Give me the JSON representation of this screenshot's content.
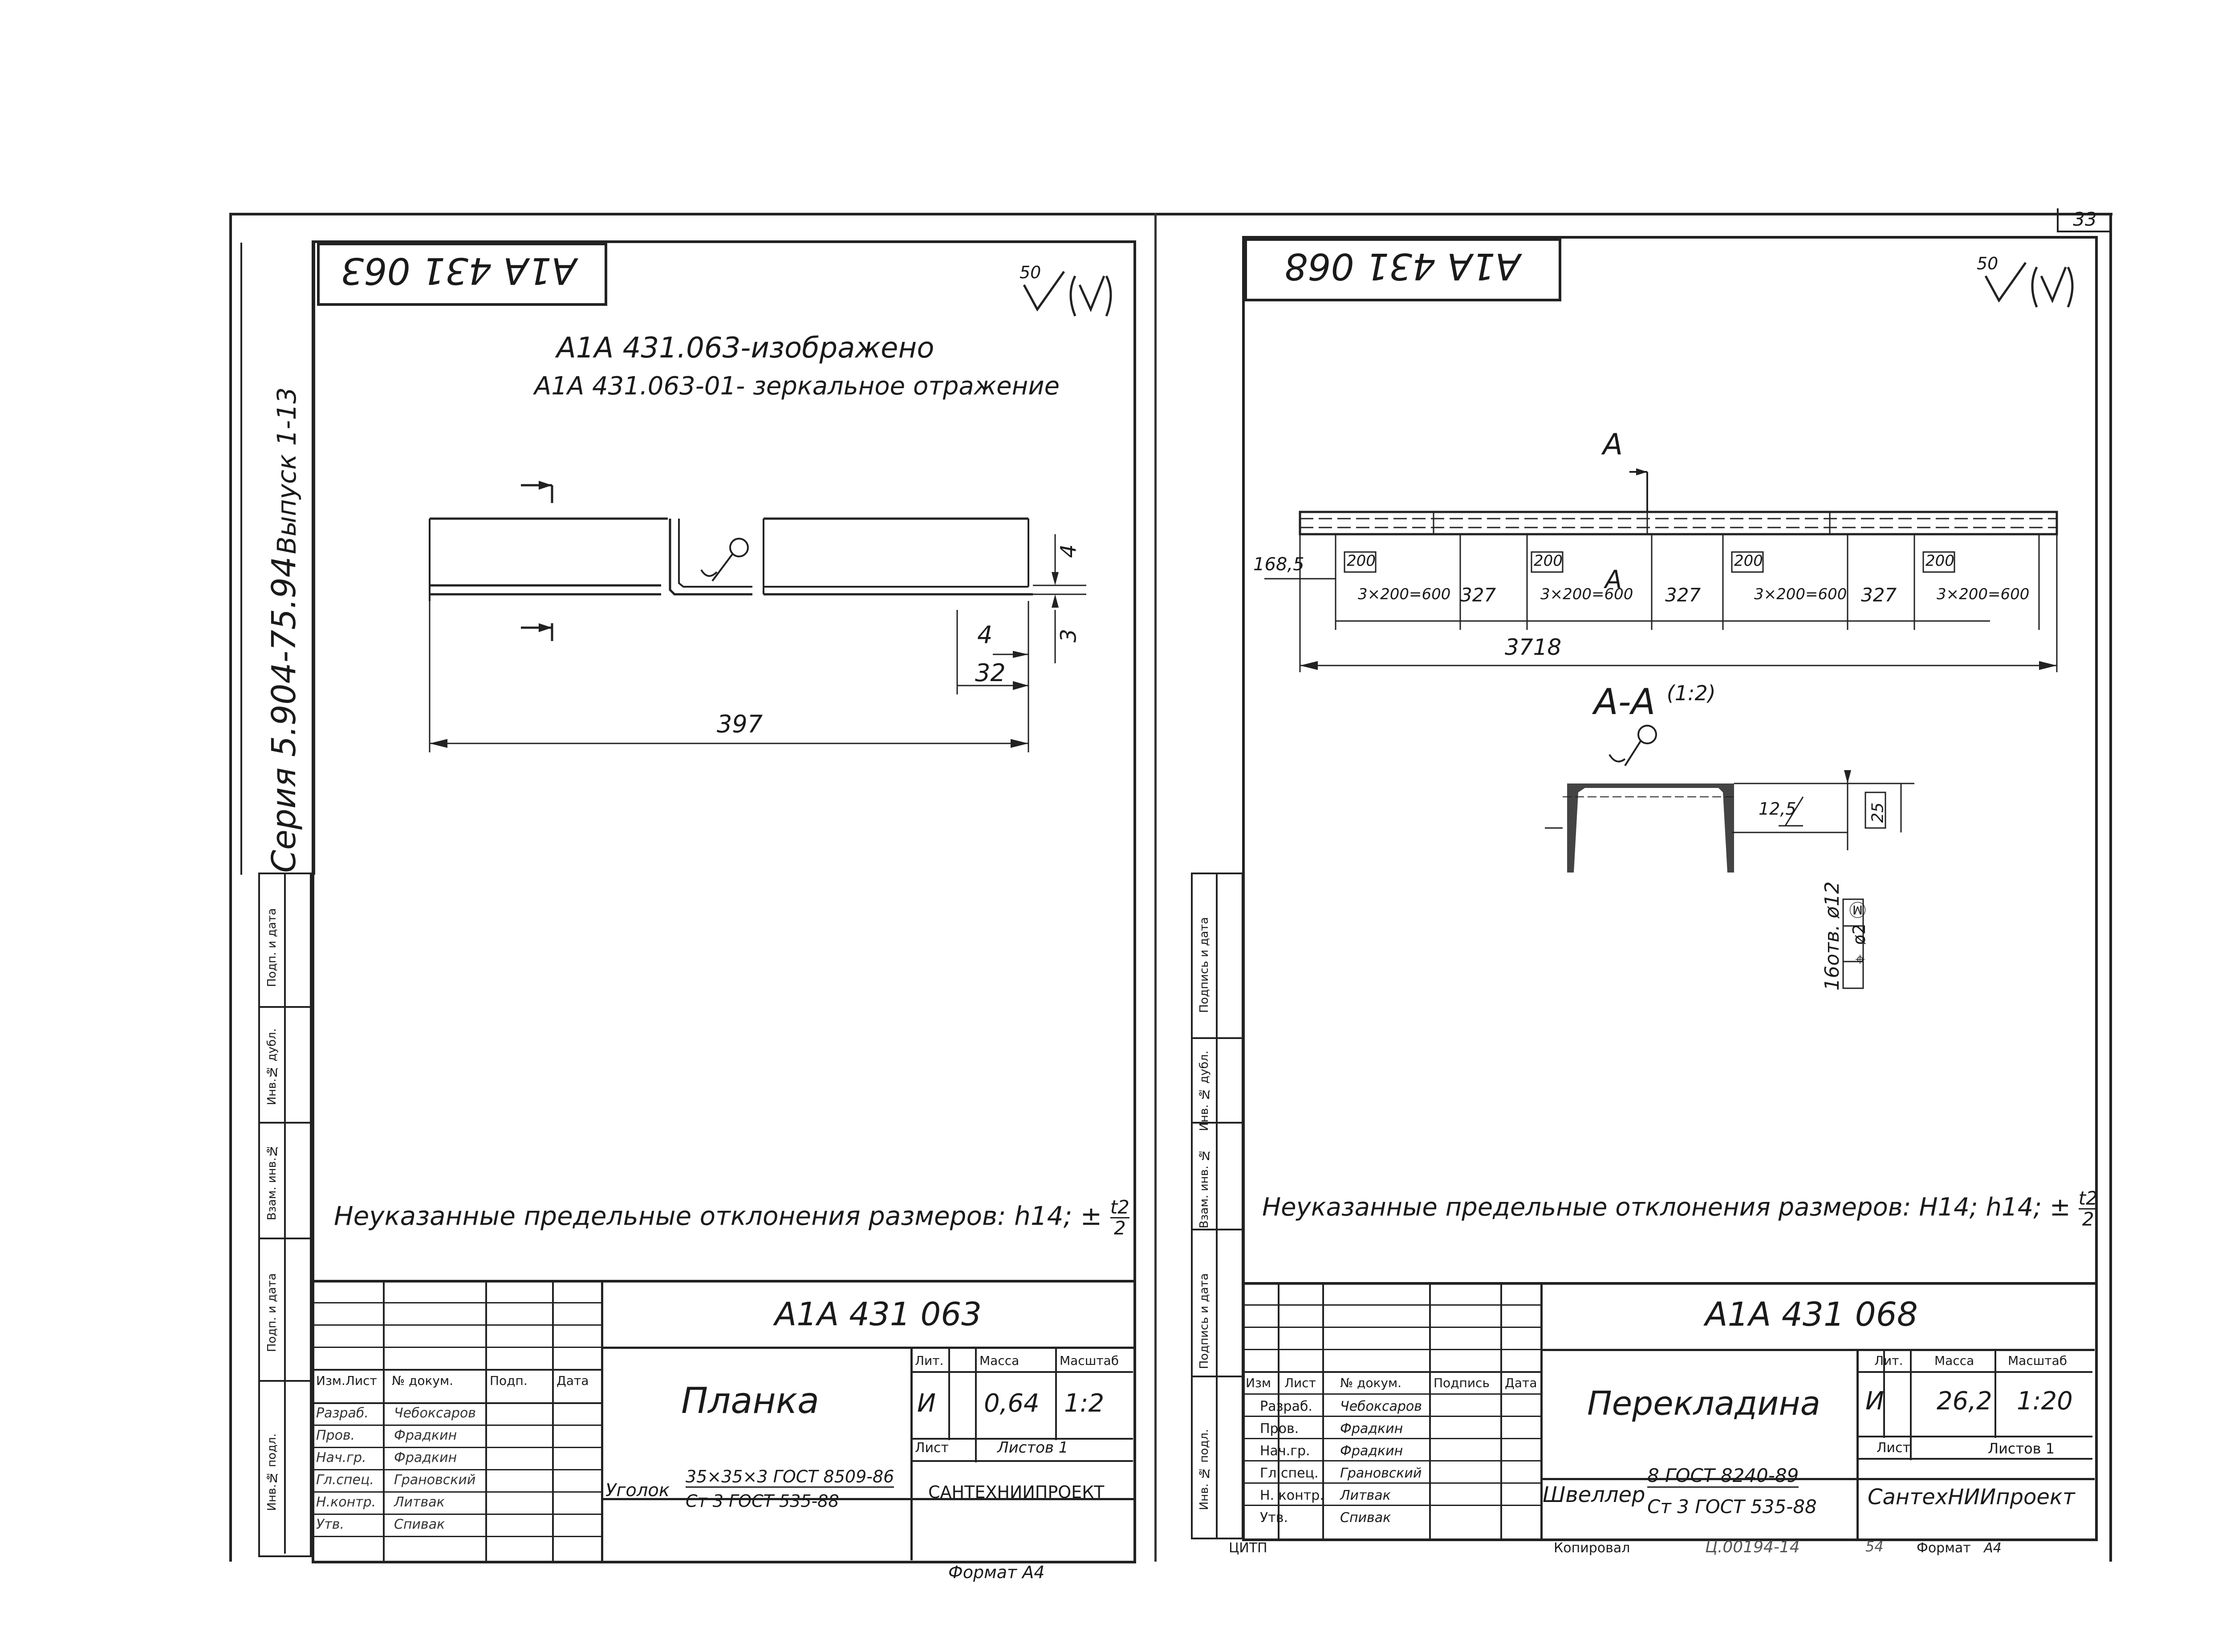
{
  "page": {
    "corner_number": "33"
  },
  "left_sheet": {
    "designation_top": "А1А 431 063",
    "roughness_value": "50",
    "note_line1": "А1А 431.063-изображено",
    "note_line2": "А1А 431.063-01- зеркальное отражение",
    "dimensions": {
      "overall": "397",
      "d32": "32",
      "d4a": "4",
      "d3": "3",
      "d4b": "4"
    },
    "series_label": "Серия 5.904-75.94",
    "issue_label": "Выпуск 1-13",
    "side_fields": [
      "Подп. и дата",
      "Инв.№ дубл.",
      "Взам. инв.№",
      "Подп. и дата",
      "Инв.№ подл."
    ],
    "tolerance_note": "Неуказанные предельные отклонения размеров: h14; ±",
    "tol_num": "t2",
    "tol_den": "2",
    "title_block": {
      "designation": "А1А 431 063",
      "name": "Планка",
      "head_lit": "Лит.",
      "head_mass": "Масса",
      "head_scale": "Масштаб",
      "lit": "И",
      "mass": "0,64",
      "scale": "1:2",
      "sheet_label": "Лист",
      "sheets_label": "Листов 1",
      "material_prefix": "Уголок",
      "material_top": "35×35×3 ГОСТ 8509-86",
      "material_bottom": "Ст 3 ГОСТ 535-88",
      "org": "САНТЕХНИИПРОЕКТ",
      "col_headers": [
        "Изм.Лист",
        "№ докум.",
        "Подп.",
        "Дата"
      ],
      "roles": [
        "Разраб.",
        "Пров.",
        "Нач.гр.",
        "Гл.спец.",
        "Н.контр.",
        "Утв."
      ],
      "names": [
        "Чебоксаров",
        "Фрадкин",
        "Фрадкин",
        "Грановский",
        "Литвак",
        "Спивак"
      ]
    },
    "format_label": "Формат А4"
  },
  "right_sheet": {
    "designation_top": "А1А 431 068",
    "roughness_value": "50",
    "section_mark": "А",
    "dimensions": {
      "left": "168,5",
      "box": "200",
      "group": "3×200=600",
      "gap": "327",
      "overall": "3718"
    },
    "section_title": "А-А",
    "section_scale": "(1:2)",
    "section_dims": {
      "r": "12,5",
      "h": "25"
    },
    "holes_note": "16отв. ø12",
    "position_tol": "⌖ ø2 Ⓜ",
    "side_fields": [
      "Подпись и дата",
      "Инв. № дубл.",
      "Взам. инв. №",
      "Подпись и дата",
      "Инв. № подл."
    ],
    "tolerance_note": "Неуказанные предельные отклонения размеров: H14; h14; ±",
    "tol_num": "t2",
    "tol_den": "2",
    "title_block": {
      "designation": "А1А 431 068",
      "name": "Перекладина",
      "head_lit": "Лит.",
      "head_mass": "Масса",
      "head_scale": "Масштаб",
      "lit": "И",
      "mass": "26,2",
      "scale": "1:20",
      "sheet_label": "Лист",
      "sheets_label": "Листов 1",
      "material_prefix": "Швеллер",
      "material_top": "8 ГОСТ 8240-89",
      "material_bottom": "Ст 3 ГОСТ 535-88",
      "org": "СантехНИИпроект",
      "col_headers": [
        "Изм",
        "Лист",
        "№ докум.",
        "Подпись",
        "Дата"
      ],
      "roles": [
        "Разраб.",
        "Пров.",
        "Нач.гр.",
        "Гл.спец.",
        "Н. контр.",
        "Утв."
      ],
      "names": [
        "Чебоксаров",
        "Фрадкин",
        "Фрадкин",
        "Грановский",
        "Литвак",
        "Спивак"
      ]
    },
    "footer": {
      "citp": "ЦИТП",
      "copied": "Копировал",
      "stamp": "Ц.00194-14",
      "num": "54",
      "format_label": "Формат",
      "format_value": "А4"
    }
  }
}
